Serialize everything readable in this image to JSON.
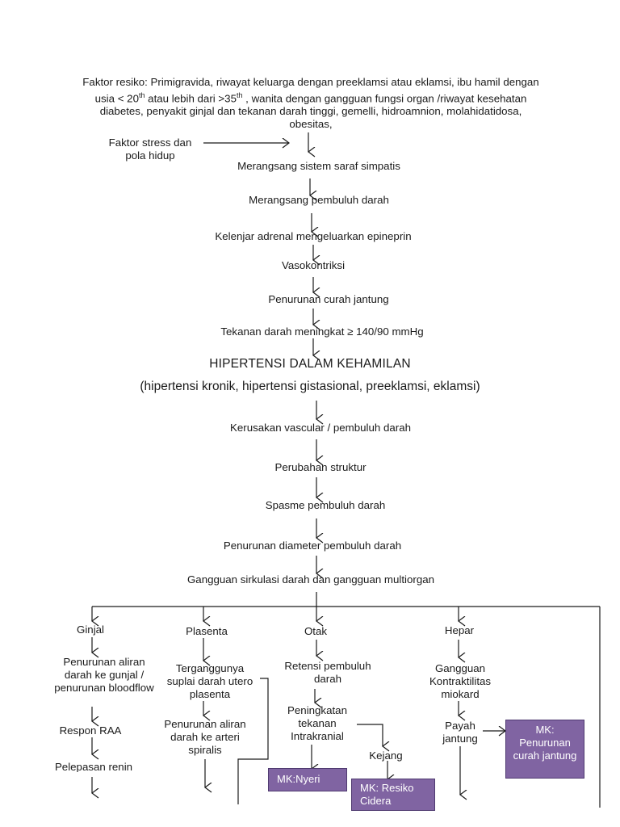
{
  "risk": {
    "prefix": "Faktor resiko: Primigravida, riwayat keluarga dengan preeklamsi atau eklamsi, ibu hamil dengan usia < 20",
    "sup1": "th",
    "mid": " atau lebih dari >35",
    "sup2": "th",
    "suffix": " , wanita dengan gangguan fungsi organ /riwayat kesehatan diabetes, penyakit ginjal dan tekanan darah tinggi, gemelli, hidroamnion, molahidatidosa, obesitas,"
  },
  "stress": "Faktor stress dan pola hidup",
  "chain": [
    "Merangsang sistem saraf simpatis",
    "Merangsang pembuluh darah",
    "Kelenjar adrenal mengeluarkan epineprin",
    "Vasokontriksi",
    "Penurunan curah jantung",
    "Tekanan darah meningkat ≥ 140/90 mmHg"
  ],
  "title": "HIPERTENSI DALAM KEHAMILAN",
  "subtitle": "(hipertensi kronik, hipertensi gistasional, preeklamsi, eklamsi)",
  "chain2": [
    "Kerusakan vascular / pembuluh darah",
    "Perubahan struktur",
    "Spasme pembuluh darah",
    "Penurunan diameter pembuluh darah",
    "Gangguan sirkulasi darah dan gangguan multiorgan"
  ],
  "branches": {
    "ginjal": {
      "title": "Ginjal",
      "items": [
        "Penurunan aliran darah ke gunjal / penurunan bloodflow",
        "Respon RAA",
        "Pelepasan renin"
      ]
    },
    "plasenta": {
      "title": "Plasenta",
      "items": [
        "Terganggunya suplai darah utero plasenta",
        "Penurunan aliran darah ke arteri spiralis"
      ]
    },
    "otak": {
      "title": "Otak",
      "items": [
        "Retensi pembuluh darah",
        "Peningkatan tekanan Intrakranial",
        "Kejang"
      ]
    },
    "hepar": {
      "title": "Hepar",
      "items": [
        "Gangguan Kontraktilitas miokard",
        "Payah jantung"
      ]
    }
  },
  "mk": {
    "nyeri": "MK:Nyeri",
    "cidera": "MK: Resiko Cidera",
    "curah": "MK: Penurunan curah jantung"
  },
  "colors": {
    "mk_fill": "#8064a2",
    "mk_border": "#4f3a70",
    "line": "#1a1a1a"
  }
}
